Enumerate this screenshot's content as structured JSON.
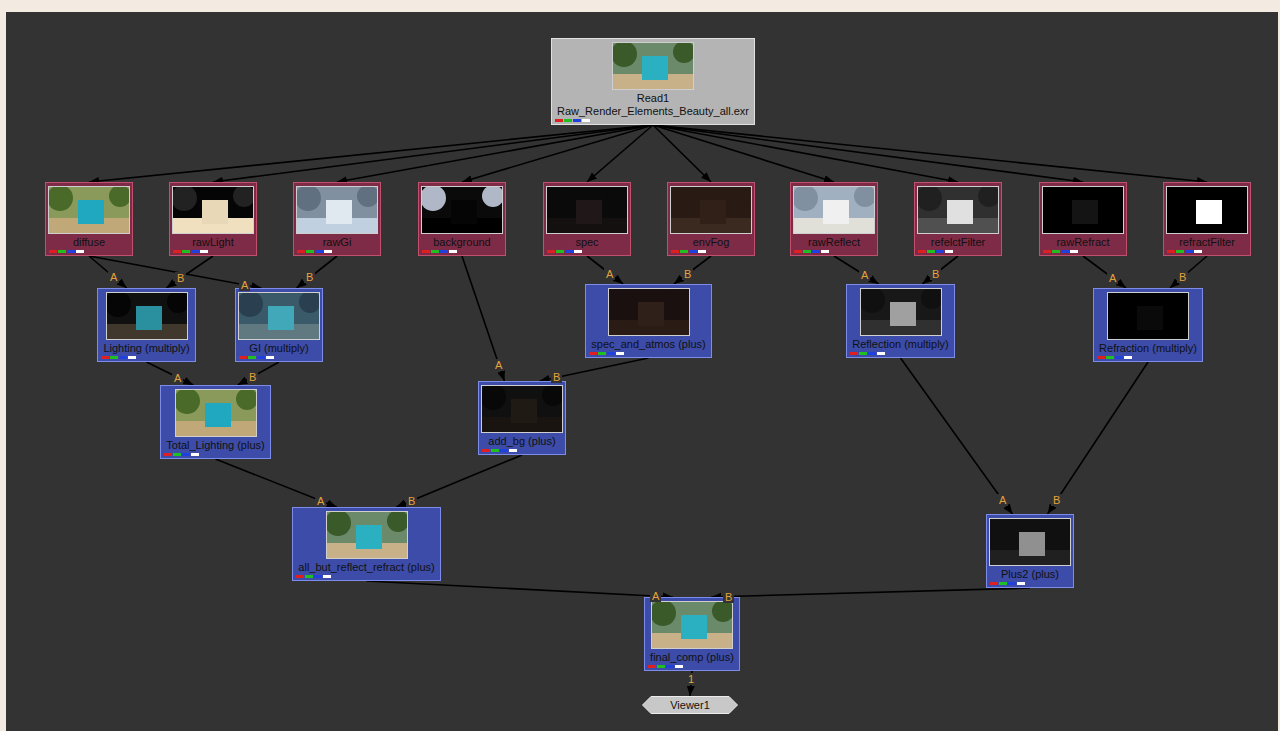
{
  "diagram": {
    "nodes": [
      {
        "text": [
          "Read1",
          "Raw_Render_Elements_Beauty_all.exr"
        ]
      },
      {
        "text": [
          "diffuse"
        ]
      },
      {
        "text": [
          "rawLight"
        ]
      },
      {
        "text": [
          "rawGi"
        ]
      },
      {
        "text": [
          "background"
        ]
      },
      {
        "text": [
          "spec"
        ]
      },
      {
        "text": [
          "envFog"
        ]
      },
      {
        "text": [
          "rawReflect"
        ]
      },
      {
        "text": [
          "refelctFilter"
        ]
      },
      {
        "text": [
          "rawRefract"
        ]
      },
      {
        "text": [
          "refractFilter"
        ]
      },
      {
        "text": [
          "Lighting (multiply)"
        ]
      },
      {
        "text": [
          "GI (multiply)"
        ]
      },
      {
        "text": [
          "spec_and_atmos (plus)"
        ]
      },
      {
        "text": [
          "Reflection (multiply)"
        ]
      },
      {
        "text": [
          "Refraction (multiply)"
        ]
      },
      {
        "text": [
          "Total_Lighting (plus)"
        ]
      },
      {
        "text": [
          "add_bg (plus)"
        ]
      },
      {
        "text": [
          "all_but_reflect_refract (plus)"
        ]
      },
      {
        "text": [
          "Plus2 (plus)"
        ]
      },
      {
        "text": [
          "final_comp (plus)"
        ]
      },
      {
        "text": [
          "Viewer1"
        ]
      }
    ],
    "edges": [
      {
        "from": 0,
        "to": 1,
        "arrow": "to"
      },
      {
        "from": 0,
        "to": 2,
        "arrow": "to"
      },
      {
        "from": 0,
        "to": 3,
        "arrow": "to"
      },
      {
        "from": 0,
        "to": 4,
        "arrow": "to"
      },
      {
        "from": 0,
        "to": 5,
        "arrow": "to"
      },
      {
        "from": 0,
        "to": 6,
        "arrow": "to"
      },
      {
        "from": 0,
        "to": 7,
        "arrow": "to"
      },
      {
        "from": 0,
        "to": 8,
        "arrow": "to"
      },
      {
        "from": 0,
        "to": 9,
        "arrow": "to"
      },
      {
        "from": 0,
        "to": 10,
        "arrow": "to"
      },
      {
        "from": 1,
        "to": 11,
        "label": "A",
        "arrow": "to"
      },
      {
        "from": 2,
        "to": 11,
        "label": "B",
        "arrow": "to"
      },
      {
        "from": 1,
        "to": 12,
        "label": "A",
        "arrow": "to"
      },
      {
        "from": 3,
        "to": 12,
        "label": "B",
        "arrow": "to"
      },
      {
        "from": 5,
        "to": 13,
        "label": "A",
        "arrow": "to"
      },
      {
        "from": 6,
        "to": 13,
        "label": "B",
        "arrow": "to"
      },
      {
        "from": 7,
        "to": 14,
        "label": "A",
        "arrow": "to"
      },
      {
        "from": 8,
        "to": 14,
        "label": "B",
        "arrow": "to"
      },
      {
        "from": 9,
        "to": 15,
        "label": "A",
        "arrow": "to"
      },
      {
        "from": 10,
        "to": 15,
        "label": "B",
        "arrow": "to"
      },
      {
        "from": 11,
        "to": 16,
        "label": "A",
        "arrow": "to"
      },
      {
        "from": 12,
        "to": 16,
        "label": "B",
        "arrow": "to"
      },
      {
        "from": 4,
        "to": 17,
        "label": "A",
        "arrow": "to"
      },
      {
        "from": 13,
        "to": 17,
        "label": "B",
        "arrow": "to"
      },
      {
        "from": 16,
        "to": 18,
        "label": "A",
        "arrow": "to"
      },
      {
        "from": 17,
        "to": 18,
        "label": "B",
        "arrow": "to"
      },
      {
        "from": 14,
        "to": 19,
        "label": "A",
        "arrow": "to"
      },
      {
        "from": 15,
        "to": 19,
        "label": "B",
        "arrow": "to"
      },
      {
        "from": 18,
        "to": 20,
        "label": "A",
        "arrow": "to"
      },
      {
        "from": 19,
        "to": 20,
        "label": "B",
        "arrow": "to"
      },
      {
        "from": 20,
        "to": 21,
        "label": "1",
        "arrow": "to"
      }
    ]
  }
}
